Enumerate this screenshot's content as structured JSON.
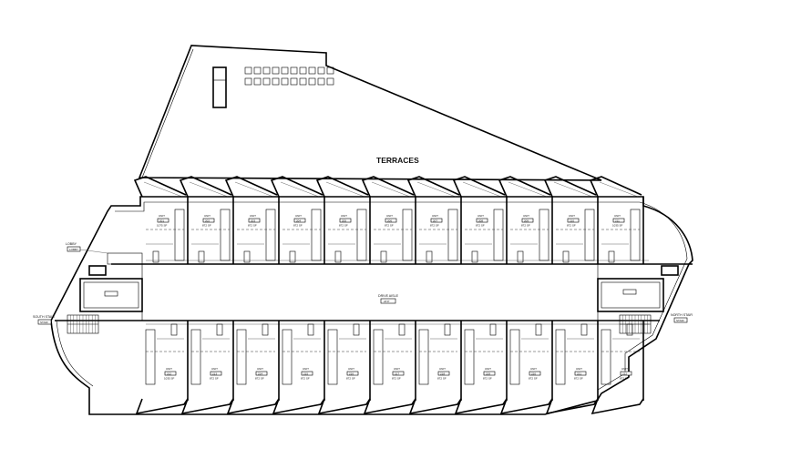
{
  "plan": {
    "terraces_label": "TERRACES",
    "drive_aisle_label": "DRIVE AISLE",
    "drive_aisle_tag": "24'0\"",
    "south_stair_label": "SOUTH STAIR",
    "south_stair_tag": "STAIR",
    "north_stair_label": "NORTH STAIR",
    "north_stair_tag": "STAIR",
    "lobby_label": "LOBBY",
    "lobby_tag": "LOBBY",
    "unit_word": "UNIT",
    "top_units": [
      {
        "num": "201",
        "area": "1075 SF"
      },
      {
        "num": "202",
        "area": "872 SF"
      },
      {
        "num": "203",
        "area": "872 SF"
      },
      {
        "num": "204",
        "area": "872 SF"
      },
      {
        "num": "205",
        "area": "872 SF"
      },
      {
        "num": "206",
        "area": "872 SF"
      },
      {
        "num": "207",
        "area": "872 SF"
      },
      {
        "num": "208",
        "area": "872 SF"
      },
      {
        "num": "209",
        "area": "872 SF"
      },
      {
        "num": "210",
        "area": "872 SF"
      },
      {
        "num": "211",
        "area": "1035 SF"
      }
    ],
    "bottom_units": [
      {
        "num": "212",
        "area": "1035 SF"
      },
      {
        "num": "213",
        "area": "872 SF"
      },
      {
        "num": "214",
        "area": "872 SF"
      },
      {
        "num": "215",
        "area": "872 SF"
      },
      {
        "num": "216",
        "area": "872 SF"
      },
      {
        "num": "217",
        "area": "872 SF"
      },
      {
        "num": "218",
        "area": "872 SF"
      },
      {
        "num": "219",
        "area": "872 SF"
      },
      {
        "num": "220",
        "area": "872 SF"
      },
      {
        "num": "221",
        "area": "872 SF"
      },
      {
        "num": "222",
        "area": "872 SF"
      }
    ]
  }
}
